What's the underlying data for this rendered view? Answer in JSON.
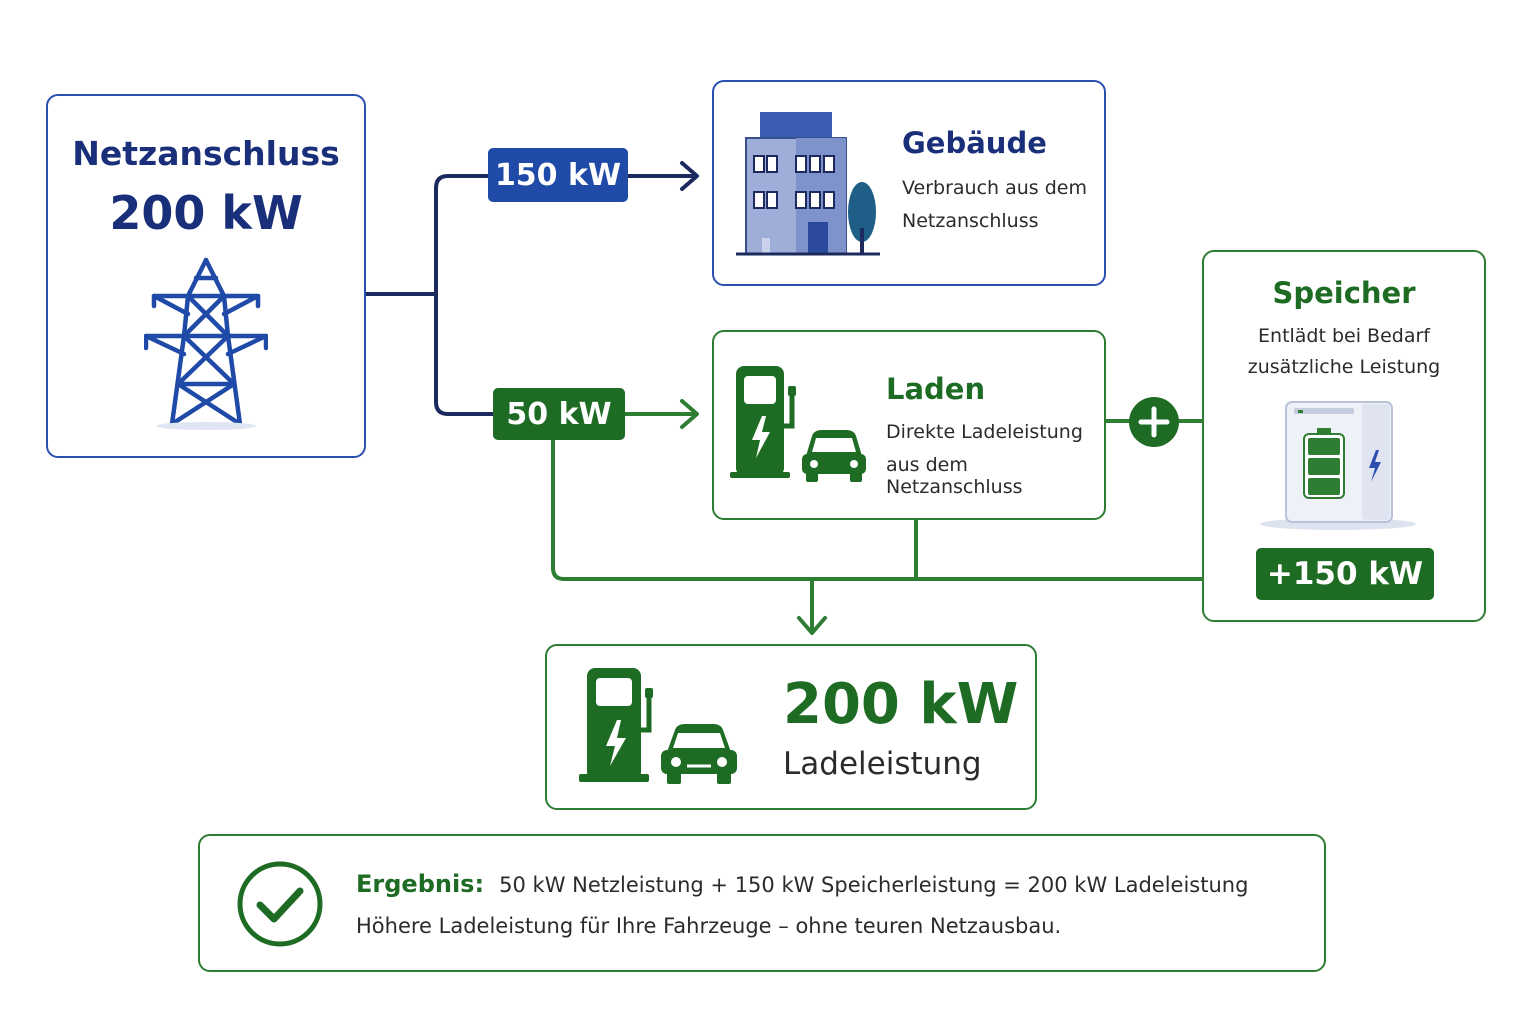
{
  "colors": {
    "navy": "#1a2f7a",
    "blue": "#1f4aa8",
    "green": "#1e6b24",
    "green_light": "#2e7d32"
  },
  "grid": {
    "title": "Netzanschluss",
    "value": "200 kW",
    "icon": "power-pylon-icon"
  },
  "flows": {
    "to_building": "150 kW",
    "to_charging": "50 kW"
  },
  "building": {
    "title": "Gebäude",
    "desc_line1": "Verbrauch aus dem",
    "desc_line2": "Netzanschluss",
    "icon": "office-building-icon"
  },
  "charging": {
    "title": "Laden",
    "desc_line1": "Direkte Ladeleistung",
    "desc_line2": "aus dem Netzanschluss",
    "icon": "charging-station-car-icon"
  },
  "storage": {
    "title": "Speicher",
    "desc_line1": "Entlädt bei Bedarf",
    "desc_line2": "zusätzliche Leistung",
    "value": "+150 kW",
    "icon": "battery-storage-icon"
  },
  "total": {
    "value": "200 kW",
    "label": "Ladeleistung",
    "icon": "charging-station-car-icon"
  },
  "result": {
    "label": "Ergebnis:",
    "formula": "50 kW Netzleistung + 150 kW Speicherleistung = 200 kW Ladeleistung",
    "subline": "Höhere Ladeleistung für Ihre Fahrzeuge – ohne teuren Netzausbau.",
    "icon": "check-circle-icon"
  }
}
